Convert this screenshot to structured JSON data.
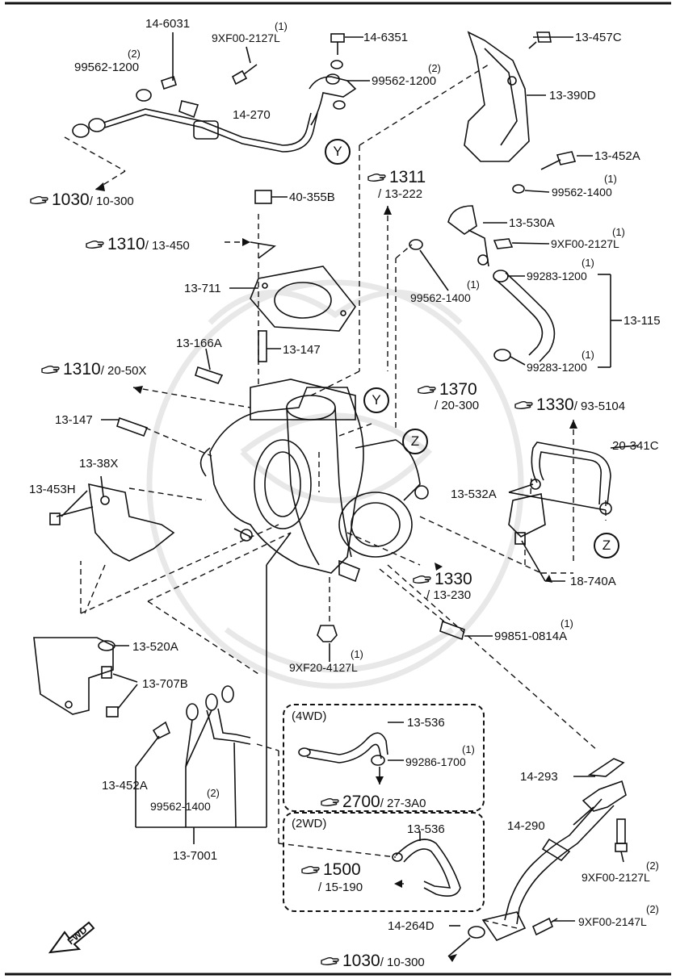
{
  "parts": {
    "p14_6031": "14-6031",
    "p9xf00_2127l_top": "9XF00-2127L",
    "q9xf00_2127l_top": "(1)",
    "p99562_1200_left": "99562-1200",
    "q99562_1200_left": "(2)",
    "p14_6351": "14-6351",
    "p99562_1200_right": "99562-1200",
    "q99562_1200_right": "(2)",
    "p14_270": "14-270",
    "p13_457c": "13-457C",
    "p13_390d": "13-390D",
    "p13_452a_top": "13-452A",
    "p99562_1400_top": "99562-1400",
    "q99562_1400_top": "(1)",
    "p40_355b": "40-355B",
    "p13_530a": "13-530A",
    "p9xf00_2127l_mid": "9XF00-2127L",
    "q9xf00_2127l_mid": "(1)",
    "p13_711": "13-711",
    "p99562_1400_mid": "99562-1400",
    "q99562_1400_mid": "(1)",
    "p99283_1200_top": "99283-1200",
    "q99283_1200_top": "(1)",
    "p13_115": "13-115",
    "p13_166a": "13-166A",
    "p13_147_top": "13-147",
    "p99283_1200_bot": "99283-1200",
    "q99283_1200_bot": "(1)",
    "p13_147_left": "13-147",
    "p20_341c": "20-341C",
    "p13_38x": "13-38X",
    "p13_453h": "13-453H",
    "p13_532a": "13-532A",
    "p18_740a": "18-740A",
    "p99851_0814a": "99851-0814A",
    "q99851_0814a": "(1)",
    "p13_520a": "13-520A",
    "p9xf20_4127l": "9XF20-4127L",
    "q9xf20_4127l": "(1)",
    "p13_707b": "13-707B",
    "p13_536_4wd": "13-536",
    "p99286_1700": "99286-1700",
    "q99286_1700": "(1)",
    "p14_293": "14-293",
    "p13_452a_bot": "13-452A",
    "p99562_1400_bot": "99562-1400",
    "q99562_1400_bot": "(2)",
    "p13_536_2wd": "13-536",
    "p14_290": "14-290",
    "p9xf00_2127l_bot": "9XF00-2127L",
    "q9xf00_2127l_bot": "(2)",
    "p13_7001": "13-7001",
    "p14_264d": "14-264D",
    "p9xf00_2147l": "9XF00-2147L",
    "q9xf00_2147l": "(2)"
  },
  "refs": {
    "r1030_top_num": "1030",
    "r1030_top_sub": "/ 10-300",
    "r1311_num": "1311",
    "r1311_sub": "/ 13-222",
    "r1310_top_num": "1310",
    "r1310_top_sub": "/ 13-450",
    "r1310_mid_num": "1310",
    "r1310_mid_sub": "/ 20-50X",
    "r1370_num": "1370",
    "r1370_sub": "/ 20-300",
    "r1330_top_num": "1330",
    "r1330_top_sub": "/ 93-5104",
    "r1330_bot_num": "1330",
    "r1330_bot_sub": "/ 13-230",
    "r2700_num": "2700",
    "r2700_sub": "/ 27-3A0",
    "r1500_num": "1500",
    "r1500_sub": "/ 15-190",
    "r1030_bot_num": "1030",
    "r1030_bot_sub": "/ 10-300"
  },
  "callouts": {
    "y_top": "Y",
    "y_mid": "Y",
    "z_top": "Z",
    "z_bot": "Z"
  },
  "boxes": {
    "four_wd": "(4WD)",
    "two_wd": "(2WD)"
  },
  "fwd_label": "FWD",
  "icons": {
    "reference": "pointing-hand-icon",
    "direction": "fwd-arrow-icon"
  }
}
